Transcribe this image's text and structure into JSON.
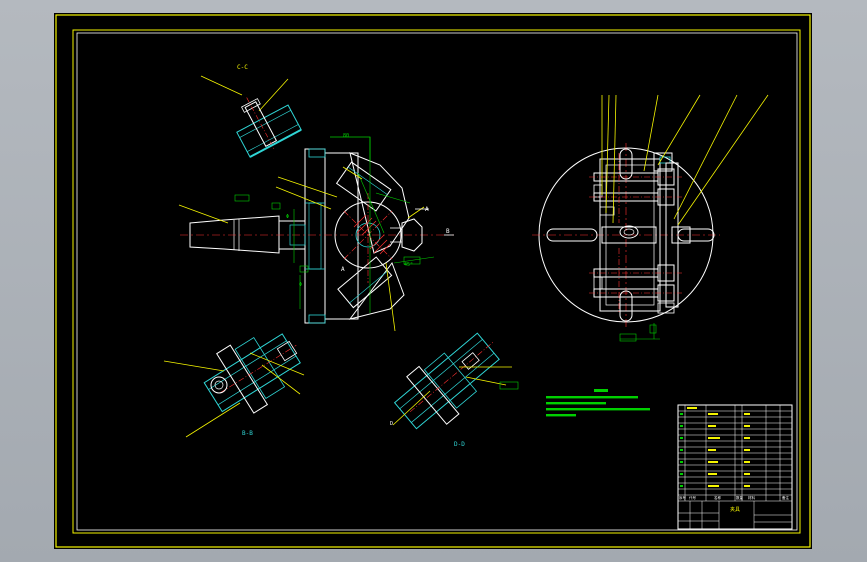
{
  "drawing": {
    "background": "#000000",
    "frame_color": "#f5f500",
    "line_colors": {
      "white": "#ffffff",
      "yellow": "#f5f500",
      "green": "#00d000",
      "cyan": "#2fd5d5",
      "red": "#ff3030",
      "magenta": "#ff30ff"
    },
    "view_labels": {
      "top_left_section": "C-C",
      "bottom_left_section": "B-B",
      "bottom_right_section": "D-D",
      "main_section_mark": "A",
      "main_view_mark": "B"
    }
  },
  "title_block": {
    "parts_header": [
      "序号",
      "代号",
      "名称",
      "数量",
      "材料",
      "备注"
    ],
    "drawing_name": "夹具"
  }
}
